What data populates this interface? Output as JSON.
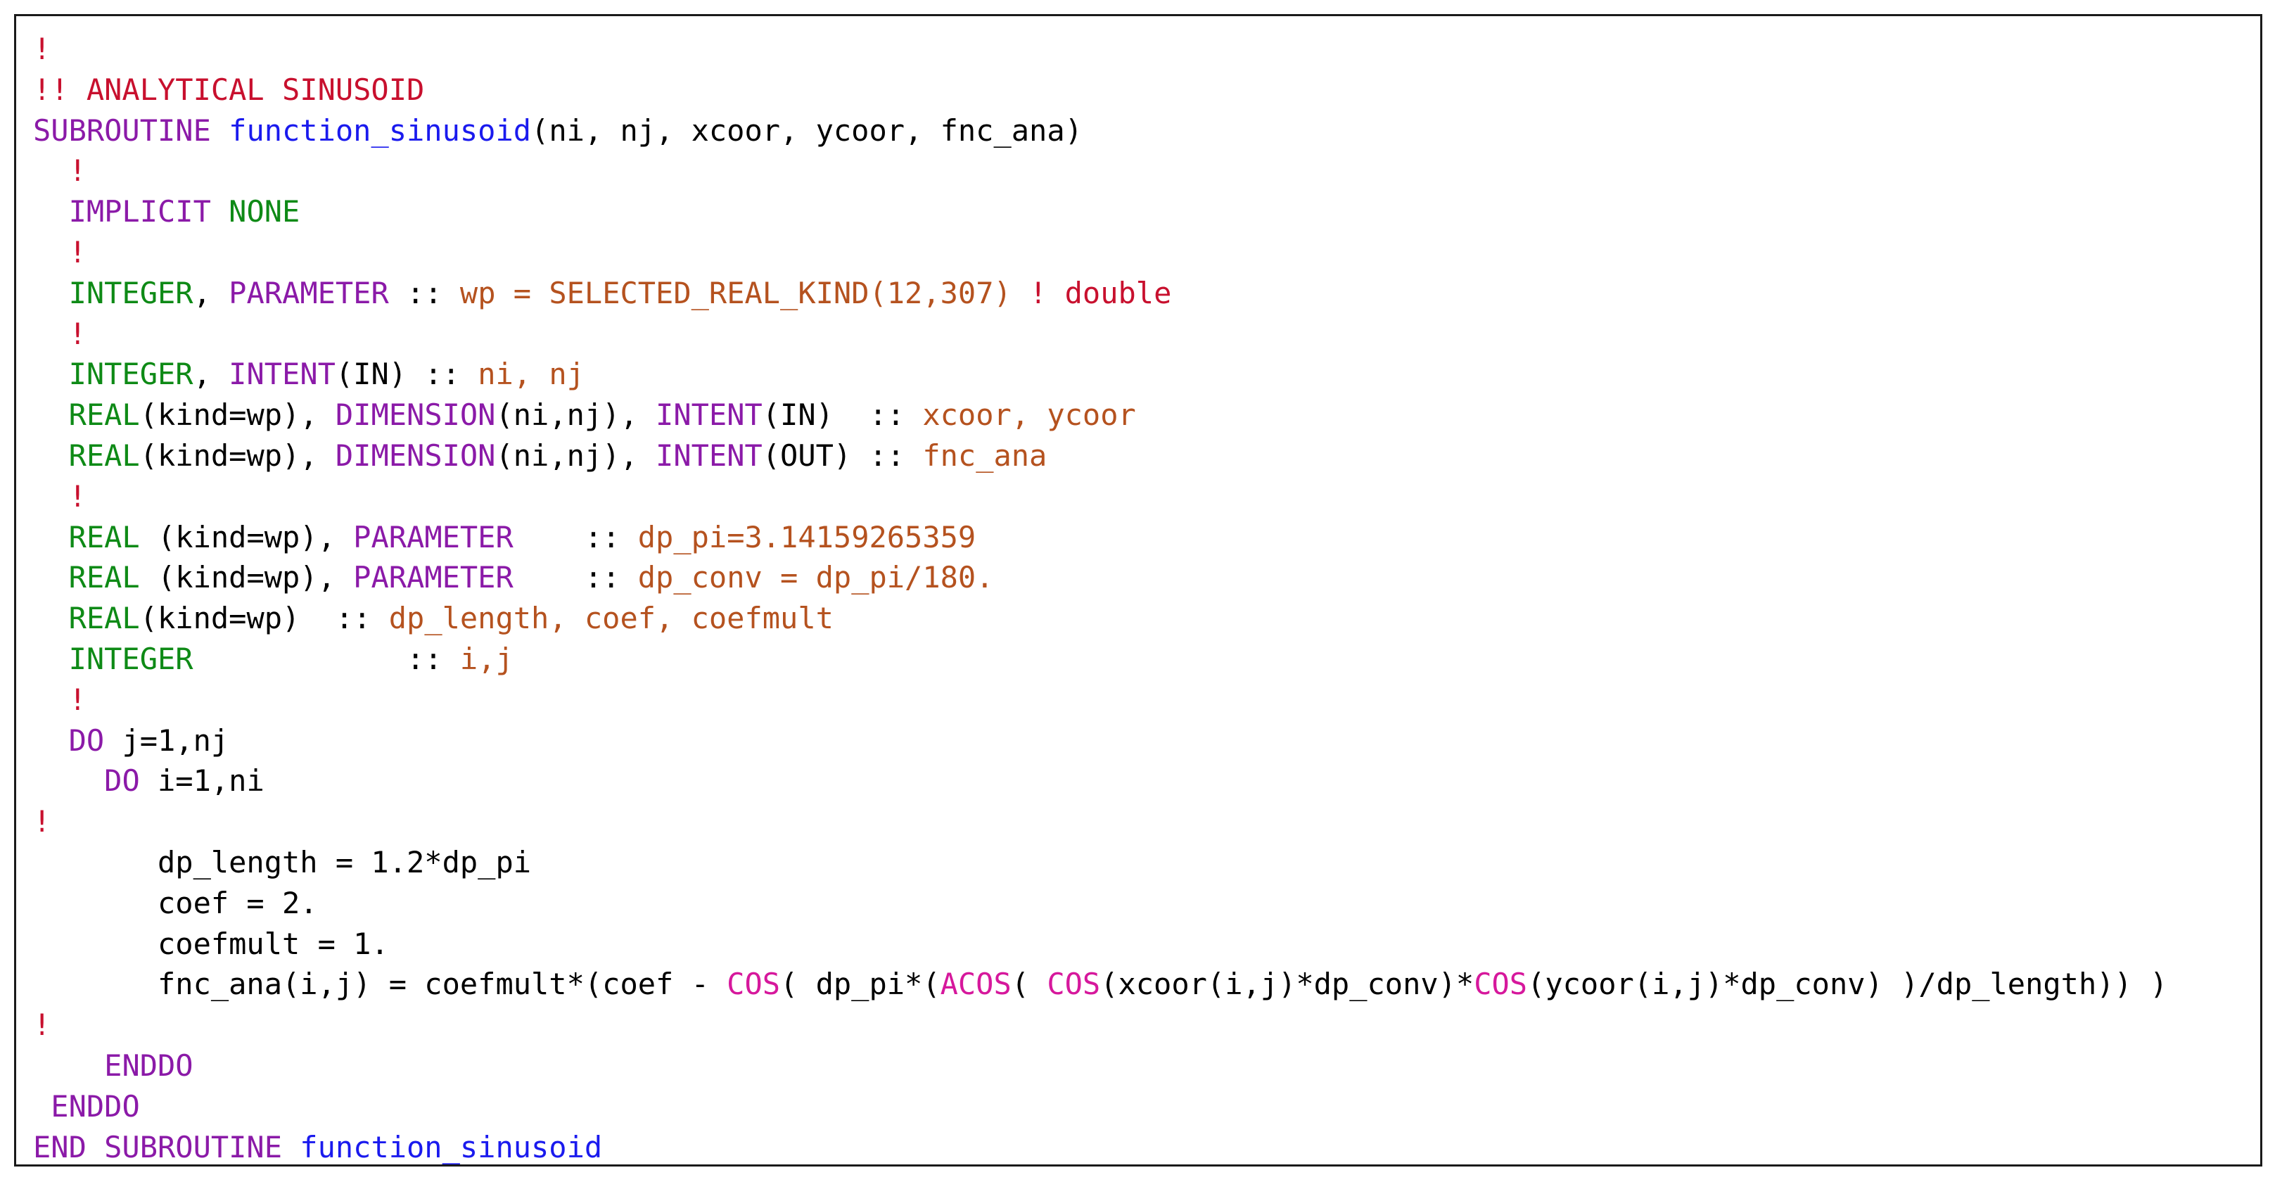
{
  "colors": {
    "default": "#000000",
    "comment": "#c8102e",
    "keyword": "#8b1aa8",
    "type": "#0e8a16",
    "function_name": "#1a1aee",
    "variable": "#b5521f",
    "intrinsic": "#d6189c"
  },
  "code": {
    "lines": [
      [
        {
          "t": "!",
          "c": "comment"
        }
      ],
      [
        {
          "t": "!! ANALYTICAL SINUSOID",
          "c": "comment"
        }
      ],
      [
        {
          "t": "SUBROUTINE ",
          "c": "keyword"
        },
        {
          "t": "function_sinusoid",
          "c": "function_name"
        },
        {
          "t": "(ni, nj, xcoor, ycoor, fnc_ana)",
          "c": "default"
        }
      ],
      [
        {
          "t": "  ",
          "c": "default"
        },
        {
          "t": "!",
          "c": "comment"
        }
      ],
      [
        {
          "t": "  ",
          "c": "default"
        },
        {
          "t": "IMPLICIT ",
          "c": "keyword"
        },
        {
          "t": "NONE",
          "c": "type"
        }
      ],
      [
        {
          "t": "  ",
          "c": "default"
        },
        {
          "t": "!",
          "c": "comment"
        }
      ],
      [
        {
          "t": "  ",
          "c": "default"
        },
        {
          "t": "INTEGER",
          "c": "type"
        },
        {
          "t": ", ",
          "c": "default"
        },
        {
          "t": "PARAMETER",
          "c": "keyword"
        },
        {
          "t": " :: ",
          "c": "default"
        },
        {
          "t": "wp = SELECTED_REAL_KIND(12,307) ",
          "c": "variable"
        },
        {
          "t": "! double",
          "c": "comment"
        }
      ],
      [
        {
          "t": "  ",
          "c": "default"
        },
        {
          "t": "!",
          "c": "comment"
        }
      ],
      [
        {
          "t": "  ",
          "c": "default"
        },
        {
          "t": "INTEGER",
          "c": "type"
        },
        {
          "t": ", ",
          "c": "default"
        },
        {
          "t": "INTENT",
          "c": "keyword"
        },
        {
          "t": "(IN) :: ",
          "c": "default"
        },
        {
          "t": "ni, nj",
          "c": "variable"
        }
      ],
      [
        {
          "t": "  ",
          "c": "default"
        },
        {
          "t": "REAL",
          "c": "type"
        },
        {
          "t": "(kind=wp), ",
          "c": "default"
        },
        {
          "t": "DIMENSION",
          "c": "keyword"
        },
        {
          "t": "(ni,nj), ",
          "c": "default"
        },
        {
          "t": "INTENT",
          "c": "keyword"
        },
        {
          "t": "(IN)  :: ",
          "c": "default"
        },
        {
          "t": "xcoor, ycoor",
          "c": "variable"
        }
      ],
      [
        {
          "t": "  ",
          "c": "default"
        },
        {
          "t": "REAL",
          "c": "type"
        },
        {
          "t": "(kind=wp), ",
          "c": "default"
        },
        {
          "t": "DIMENSION",
          "c": "keyword"
        },
        {
          "t": "(ni,nj), ",
          "c": "default"
        },
        {
          "t": "INTENT",
          "c": "keyword"
        },
        {
          "t": "(OUT) :: ",
          "c": "default"
        },
        {
          "t": "fnc_ana",
          "c": "variable"
        }
      ],
      [
        {
          "t": "  ",
          "c": "default"
        },
        {
          "t": "!",
          "c": "comment"
        }
      ],
      [
        {
          "t": "  ",
          "c": "default"
        },
        {
          "t": "REAL",
          "c": "type"
        },
        {
          "t": " (kind=wp), ",
          "c": "default"
        },
        {
          "t": "PARAMETER",
          "c": "keyword"
        },
        {
          "t": "    :: ",
          "c": "default"
        },
        {
          "t": "dp_pi=3.14159265359",
          "c": "variable"
        }
      ],
      [
        {
          "t": "  ",
          "c": "default"
        },
        {
          "t": "REAL",
          "c": "type"
        },
        {
          "t": " (kind=wp), ",
          "c": "default"
        },
        {
          "t": "PARAMETER",
          "c": "keyword"
        },
        {
          "t": "    :: ",
          "c": "default"
        },
        {
          "t": "dp_conv = dp_pi/180.",
          "c": "variable"
        }
      ],
      [
        {
          "t": "  ",
          "c": "default"
        },
        {
          "t": "REAL",
          "c": "type"
        },
        {
          "t": "(kind=wp)  :: ",
          "c": "default"
        },
        {
          "t": "dp_length, coef, coefmult",
          "c": "variable"
        }
      ],
      [
        {
          "t": "  ",
          "c": "default"
        },
        {
          "t": "INTEGER",
          "c": "type"
        },
        {
          "t": "            :: ",
          "c": "default"
        },
        {
          "t": "i,j",
          "c": "variable"
        }
      ],
      [
        {
          "t": "  ",
          "c": "default"
        },
        {
          "t": "!",
          "c": "comment"
        }
      ],
      [
        {
          "t": "  ",
          "c": "default"
        },
        {
          "t": "DO",
          "c": "keyword"
        },
        {
          "t": " j=1,nj",
          "c": "default"
        }
      ],
      [
        {
          "t": "    ",
          "c": "default"
        },
        {
          "t": "DO",
          "c": "keyword"
        },
        {
          "t": " i=1,ni",
          "c": "default"
        }
      ],
      [
        {
          "t": "!",
          "c": "comment"
        }
      ],
      [
        {
          "t": "       dp_length = 1.2*dp_pi",
          "c": "default"
        }
      ],
      [
        {
          "t": "       coef = 2.",
          "c": "default"
        }
      ],
      [
        {
          "t": "       coefmult = 1.",
          "c": "default"
        }
      ],
      [
        {
          "t": "       fnc_ana(i,j) = coefmult*(coef - ",
          "c": "default"
        },
        {
          "t": "COS",
          "c": "intrinsic"
        },
        {
          "t": "( dp_pi*(",
          "c": "default"
        },
        {
          "t": "ACOS",
          "c": "intrinsic"
        },
        {
          "t": "( ",
          "c": "default"
        },
        {
          "t": "COS",
          "c": "intrinsic"
        },
        {
          "t": "(xcoor(i,j)*dp_conv)*",
          "c": "default"
        },
        {
          "t": "COS",
          "c": "intrinsic"
        },
        {
          "t": "(ycoor(i,j)*dp_conv) )/dp_length)) )",
          "c": "default"
        }
      ],
      [
        {
          "t": "!",
          "c": "comment"
        }
      ],
      [
        {
          "t": "    ",
          "c": "default"
        },
        {
          "t": "ENDDO",
          "c": "keyword"
        }
      ],
      [
        {
          "t": " ",
          "c": "default"
        },
        {
          "t": "ENDDO",
          "c": "keyword"
        }
      ],
      [
        {
          "t": "END SUBROUTINE ",
          "c": "keyword"
        },
        {
          "t": "function_sinusoid",
          "c": "function_name"
        }
      ]
    ]
  }
}
